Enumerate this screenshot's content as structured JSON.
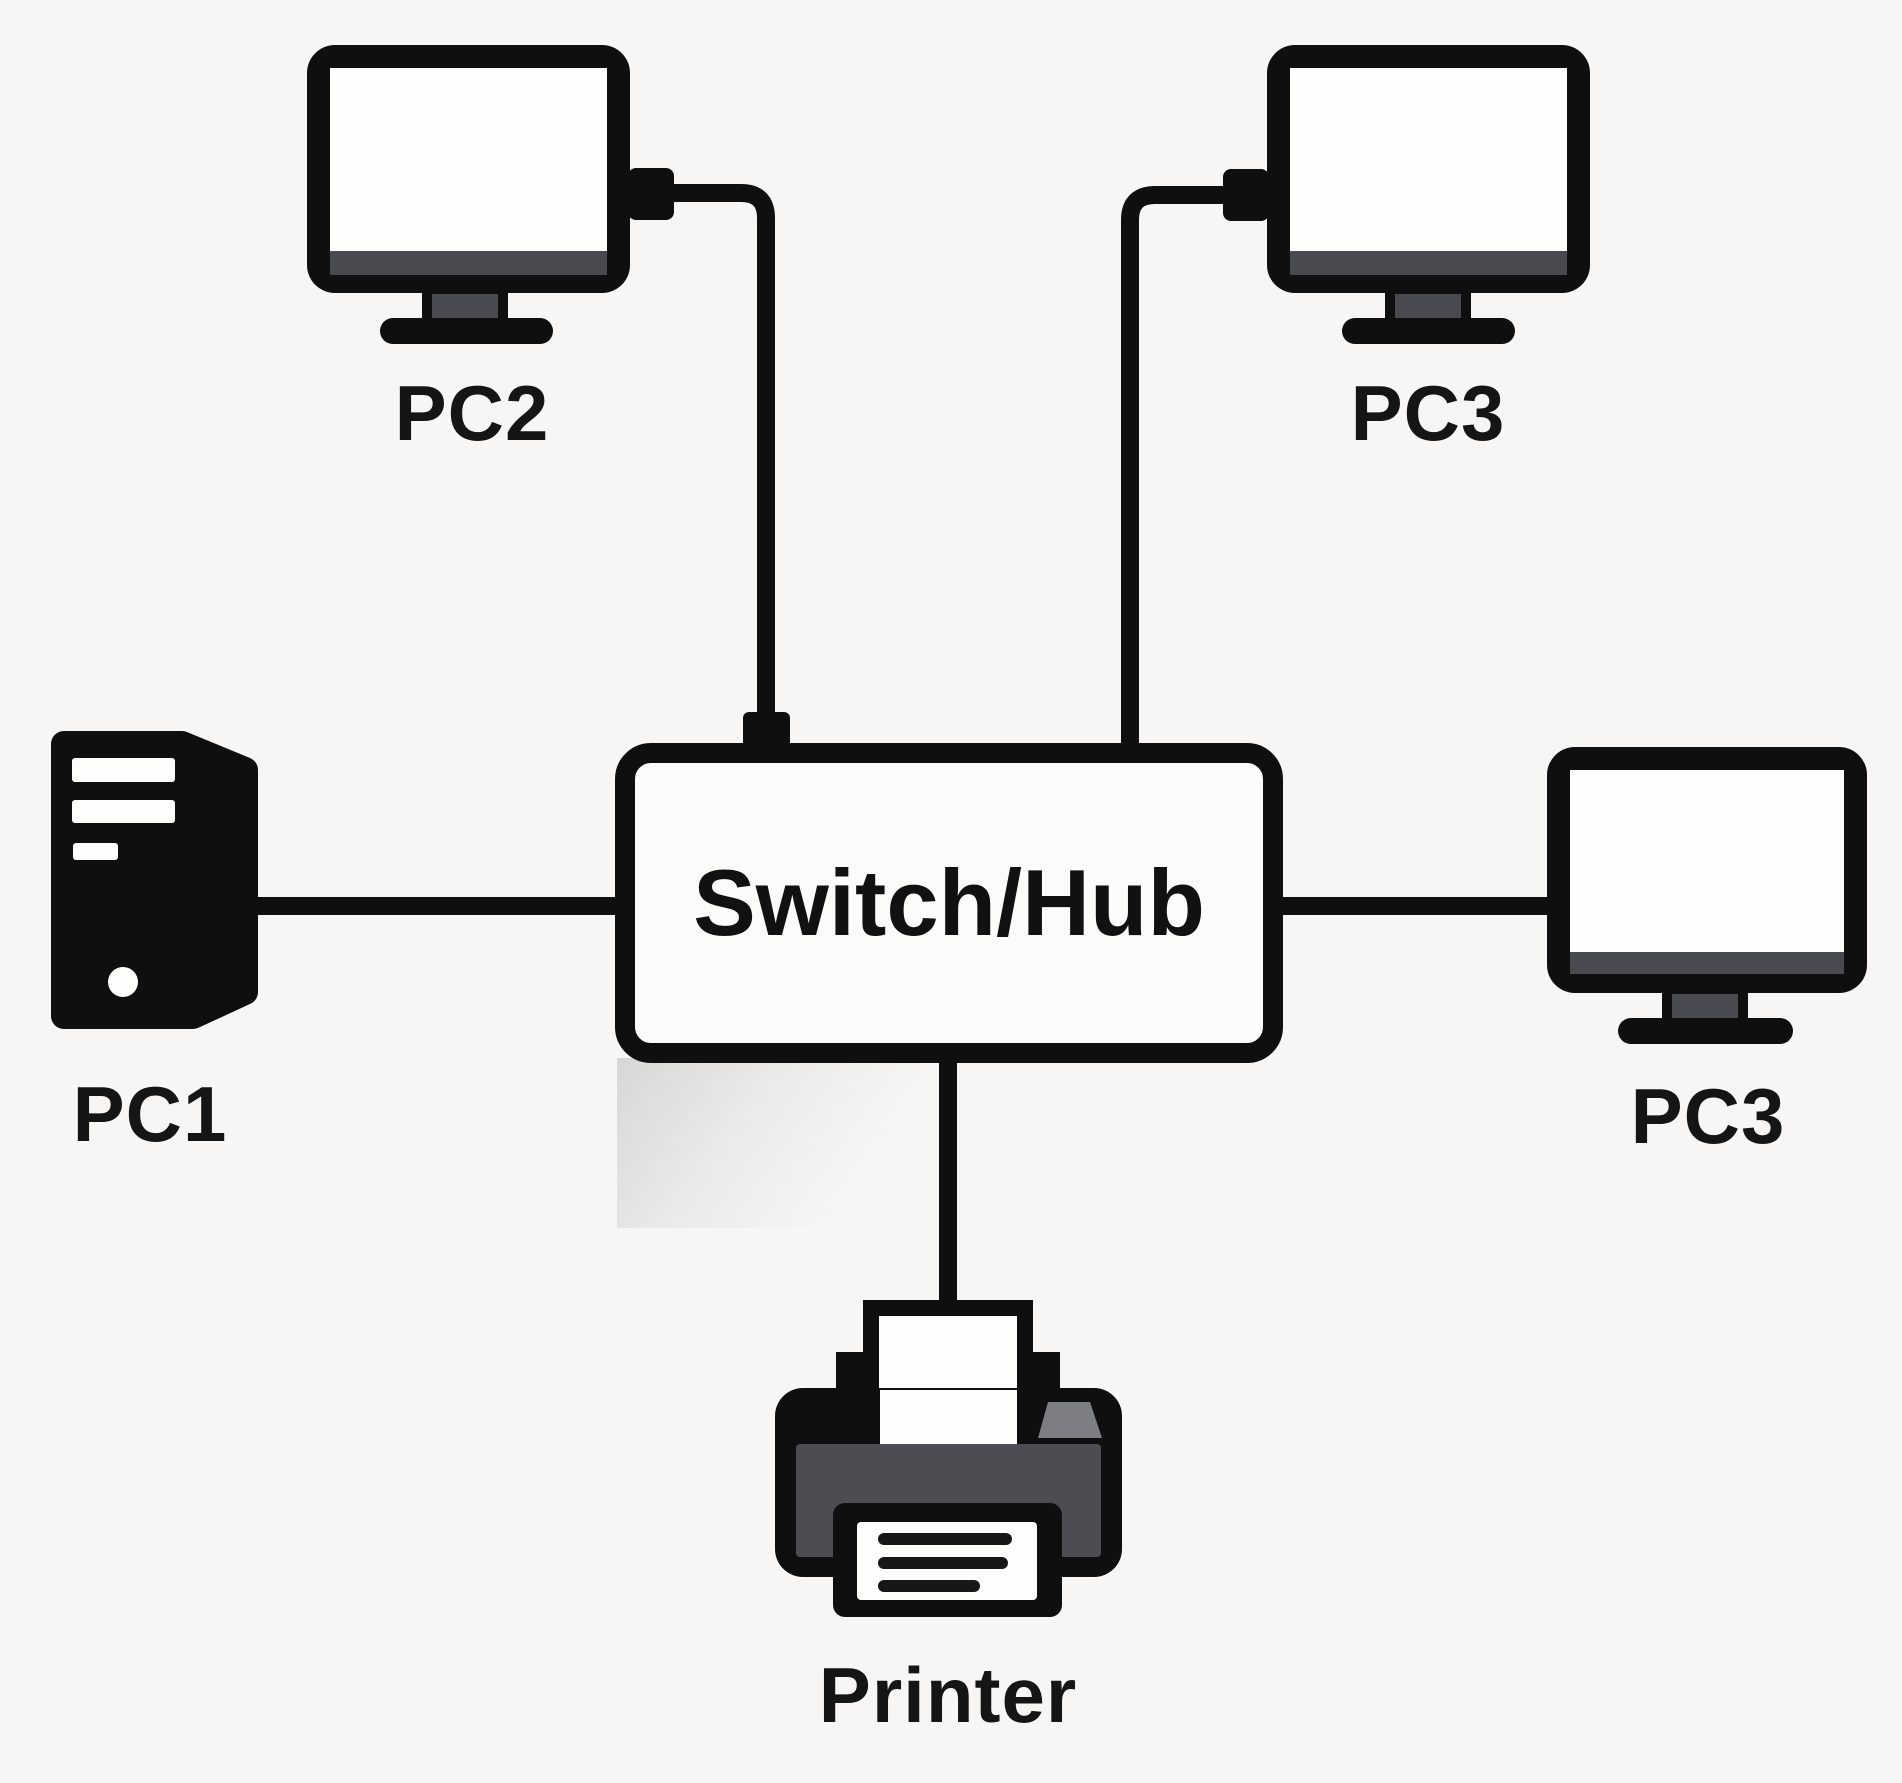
{
  "meta": {
    "description": "Star network topology diagram with a central Switch/Hub connected to PC1, PC2, two PC3 computers and a Printer"
  },
  "colors": {
    "background": "#f7f6f4",
    "ink": "#0f0f10",
    "screen_white": "#fdfdfc",
    "panel_white": "#fbfbfa",
    "dark_gray": "#494950",
    "printer_gray": "#4c4c52",
    "notch_gray": "#7d7d84",
    "label_text": "#151515"
  },
  "diagram": {
    "nodes": [
      {
        "id": "pc2",
        "label": "PC2",
        "type": "desktop-computer",
        "position": "top-left"
      },
      {
        "id": "pc3-top",
        "label": "PC3",
        "type": "desktop-computer",
        "position": "top-right"
      },
      {
        "id": "pc1",
        "label": "PC1",
        "type": "tower-computer",
        "position": "middle-left"
      },
      {
        "id": "switch-hub",
        "label": "Switch/Hub",
        "type": "switch",
        "position": "center"
      },
      {
        "id": "pc3-right",
        "label": "PC3",
        "type": "desktop-computer",
        "position": "middle-right"
      },
      {
        "id": "printer",
        "label": "Printer",
        "type": "printer",
        "position": "bottom-center"
      }
    ],
    "edges": [
      {
        "from": "pc2",
        "to": "switch-hub"
      },
      {
        "from": "pc3-top",
        "to": "switch-hub"
      },
      {
        "from": "pc1",
        "to": "switch-hub"
      },
      {
        "from": "pc3-right",
        "to": "switch-hub"
      },
      {
        "from": "printer",
        "to": "switch-hub"
      }
    ]
  }
}
